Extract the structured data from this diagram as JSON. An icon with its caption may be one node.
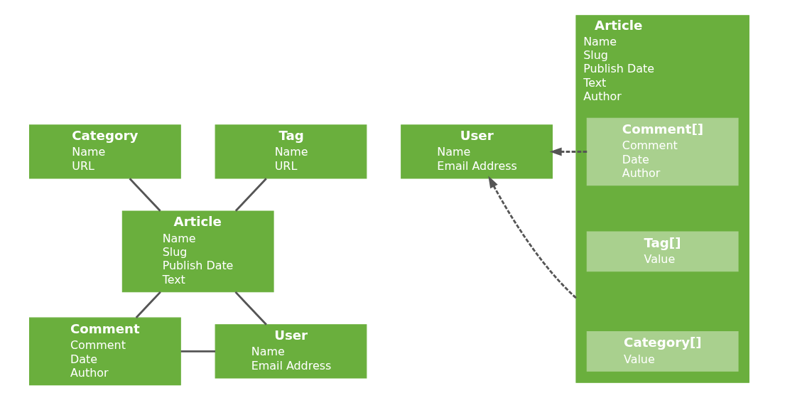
{
  "diagram": {
    "nodes": [
      {
        "text": [
          "Category",
          "Name",
          "URL"
        ]
      },
      {
        "text": [
          "Tag",
          "Name",
          "URL"
        ]
      },
      {
        "text": [
          "Article",
          "Name",
          "Slug",
          "Publish Date",
          "Text"
        ]
      },
      {
        "text": [
          "Comment",
          "Comment",
          "Date",
          "Author"
        ]
      },
      {
        "text": [
          "User",
          "Name",
          "Email Address"
        ]
      },
      {
        "text": [
          "User",
          "Name",
          "Email Address"
        ]
      },
      {
        "text": [
          "Article",
          "Name",
          "Slug",
          "Publish Date",
          "Text",
          "Author"
        ]
      },
      {
        "text": [
          "Comment[]",
          "Comment",
          "Date",
          "Author"
        ],
        "in": 6
      },
      {
        "text": [
          "Tag[]",
          "Value"
        ],
        "in": 6
      },
      {
        "text": [
          "Category[]",
          "Value"
        ],
        "in": 6
      }
    ],
    "edges": [
      {
        "from": 0,
        "to": 2,
        "arrow": "none"
      },
      {
        "from": 1,
        "to": 2,
        "arrow": "none"
      },
      {
        "from": 2,
        "to": 3,
        "arrow": "none"
      },
      {
        "from": 2,
        "to": 4,
        "arrow": "none"
      },
      {
        "from": 3,
        "to": 4,
        "arrow": "none"
      },
      {
        "from": 6,
        "to": 5,
        "arrow": "to",
        "style": "dashed"
      },
      {
        "from": 7,
        "to": 5,
        "arrow": "to",
        "style": "dashed"
      }
    ]
  }
}
